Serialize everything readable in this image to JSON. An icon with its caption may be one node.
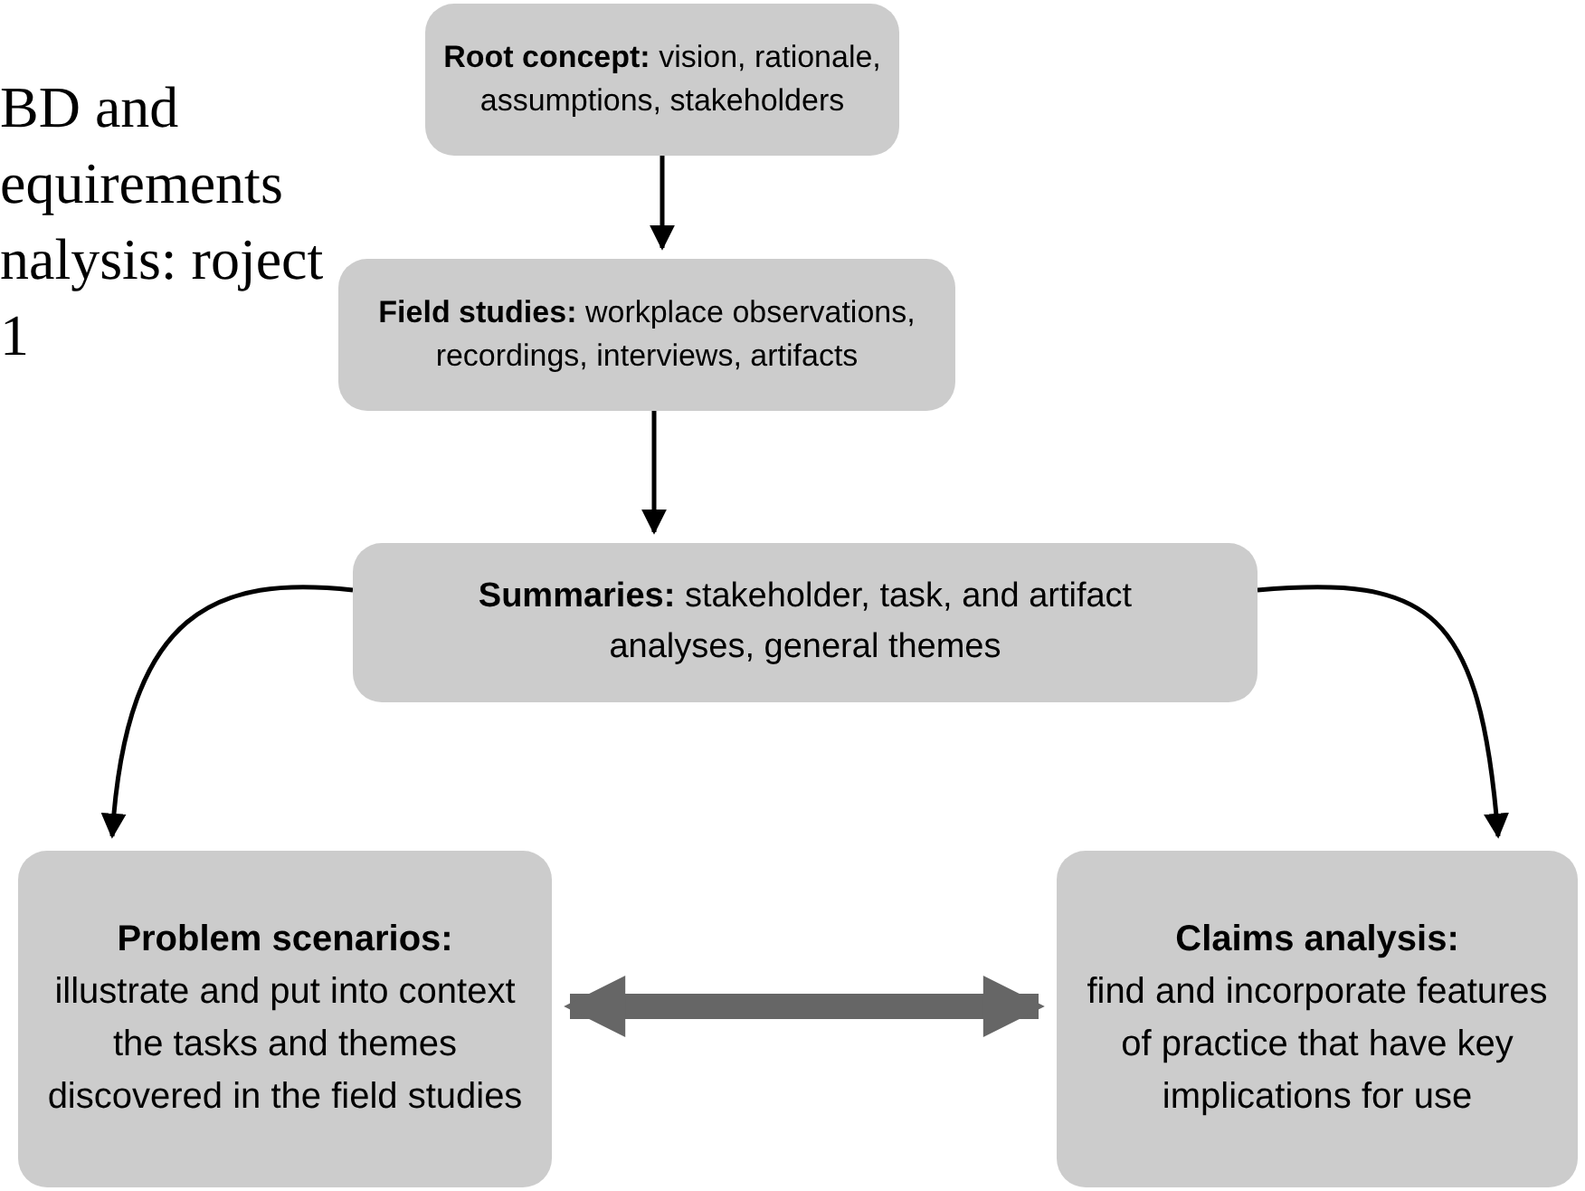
{
  "diagram": {
    "nodes": [
      {
        "text": [
          "**Root concept:** vision, rationale, assumptions, stakeholders"
        ]
      },
      {
        "text": [
          "**Field studies:**  workplace observations, recordings, interviews, artifacts"
        ]
      },
      {
        "text": [
          "**Summaries:** stakeholder, task, and artifact analyses, general themes"
        ]
      },
      {
        "text": [
          "Problem scenarios:",
          "illustrate and put into context the tasks and themes discovered in the field studies"
        ]
      },
      {
        "text": [
          "Claims analysis:",
          "find and incorporate features of practice that have key implications for use"
        ]
      }
    ],
    "edges": [
      {
        "from": 0,
        "to": 1,
        "arrow": "to"
      },
      {
        "from": 1,
        "to": 2,
        "arrow": "to"
      },
      {
        "from": 2,
        "to": 3,
        "arrow": "to"
      },
      {
        "from": 2,
        "to": 4,
        "arrow": "to"
      },
      {
        "from": 3,
        "to": 4,
        "arrow": "both",
        "style": "thick",
        "color": "#666666"
      }
    ],
    "labels": [
      "BD and equirements nalysis: roject 1"
    ]
  }
}
